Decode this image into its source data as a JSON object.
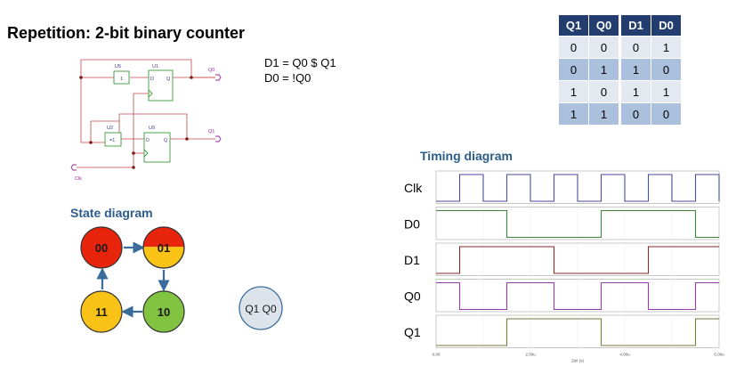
{
  "title": "Repetition: 2-bit binary counter",
  "equations": {
    "d1": "D1 = Q0 $ Q1",
    "d0": "D0 = !Q0"
  },
  "circuit": {
    "gate_u5_name": "U5",
    "gate_u5_symbol": "1",
    "ff_u1_name": "U1",
    "gate_u2_name": "U2",
    "gate_u2_symbol": "=1",
    "ff_u9_name": "U9",
    "pin_d": "D",
    "pin_q": "Q",
    "out_q0": "Q0",
    "out_q1": "Q1",
    "clk": "Clk"
  },
  "state_diagram": {
    "title": "State diagram",
    "states": [
      "00",
      "01",
      "10",
      "11"
    ],
    "legend": "Q1 Q0",
    "colors": {
      "00": "#e8240c",
      "01_top": "#e8240c",
      "01_bottom": "#f8c316",
      "10": "#82c341",
      "11": "#f8c316",
      "legend": "#dde3ea",
      "arrow": "#3b6d9c"
    }
  },
  "truth_table": {
    "headers": [
      "Q1",
      "Q0",
      "D1",
      "D0"
    ],
    "rows": [
      [
        "0",
        "0",
        "0",
        "1"
      ],
      [
        "0",
        "1",
        "1",
        "0"
      ],
      [
        "1",
        "0",
        "1",
        "1"
      ],
      [
        "1",
        "1",
        "0",
        "0"
      ]
    ]
  },
  "timing": {
    "title": "Timing diagram",
    "signals": [
      {
        "name": "Clk",
        "color": "#4a4aa0",
        "transitions": [
          0.5,
          1,
          1.5,
          2,
          2.5,
          3,
          3.5,
          4,
          4.5,
          5,
          5.5,
          6
        ],
        "initial": 0
      },
      {
        "name": "D0",
        "color": "#3a8a3a",
        "transitions": [
          1.5,
          3.5,
          5.5
        ],
        "initial": 1
      },
      {
        "name": "D1",
        "color": "#8a2a2a",
        "transitions": [
          0.5,
          2.5,
          4.5
        ],
        "initial": 0
      },
      {
        "name": "Q0",
        "color": "#9a3ab0",
        "transitions": [
          0.5,
          1.5,
          2.5,
          3.5,
          4.5,
          5.5
        ],
        "initial": 1
      },
      {
        "name": "Q1",
        "color": "#7a7a3a",
        "transitions": [
          1.5,
          3.5,
          5.5
        ],
        "initial": 0
      }
    ],
    "x_ticks": [
      "0.00",
      "2.00u",
      "4.00u",
      "6.00u"
    ],
    "x_label": "Zeit (s)",
    "x_range": [
      0,
      6
    ]
  }
}
